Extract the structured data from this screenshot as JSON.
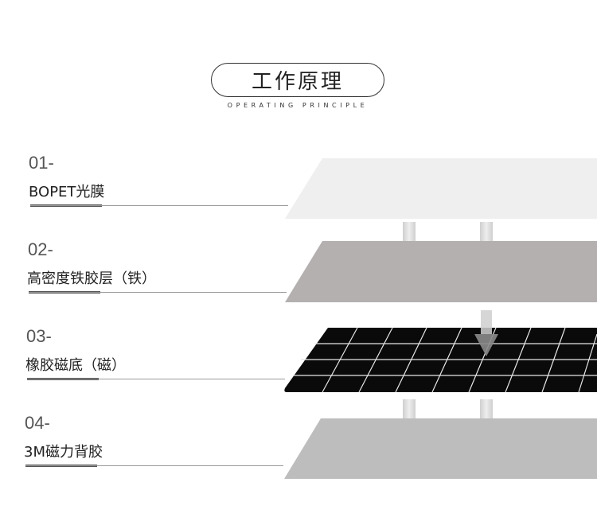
{
  "header": {
    "title": "工作原理",
    "subtitle": "OPERATING PRINCIPLE"
  },
  "layers": [
    {
      "number": "01-",
      "label": "BOPET光膜",
      "color": "#efefef"
    },
    {
      "number": "02-",
      "label": "高密度铁胶层（铁）",
      "color": "#b4b0b0"
    },
    {
      "number": "03-",
      "label": "橡胶磁底（磁）",
      "color": "#0a0a0a"
    },
    {
      "number": "04-",
      "label": "3M磁力背胶",
      "color": "#bdbdbd"
    }
  ],
  "arrows": {
    "color": "#8a8a8a"
  }
}
